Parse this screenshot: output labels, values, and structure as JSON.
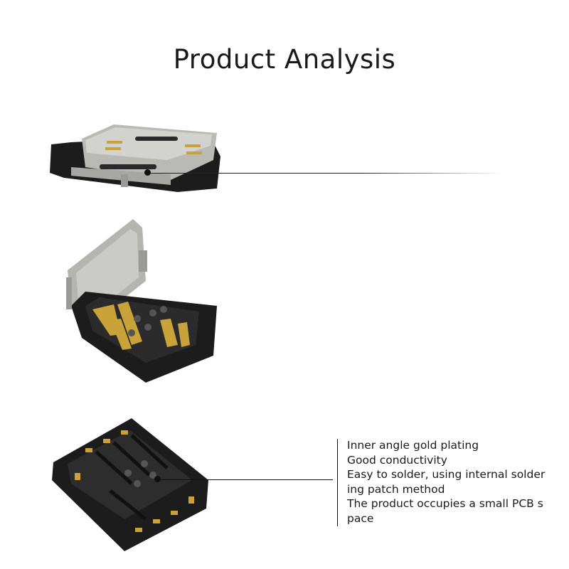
{
  "title": "Product Analysis",
  "features": [
    "Inner angle gold plating",
    "Good conductivity",
    "Easy to solder, using internal solder",
    "ing patch method",
    "The product occupies a small PCB s",
    "pace"
  ],
  "colors": {
    "housing": "#1c1c1c",
    "metal": "#b9b9b5",
    "gold": "#c9a23a",
    "text": "#1a1a1a"
  }
}
